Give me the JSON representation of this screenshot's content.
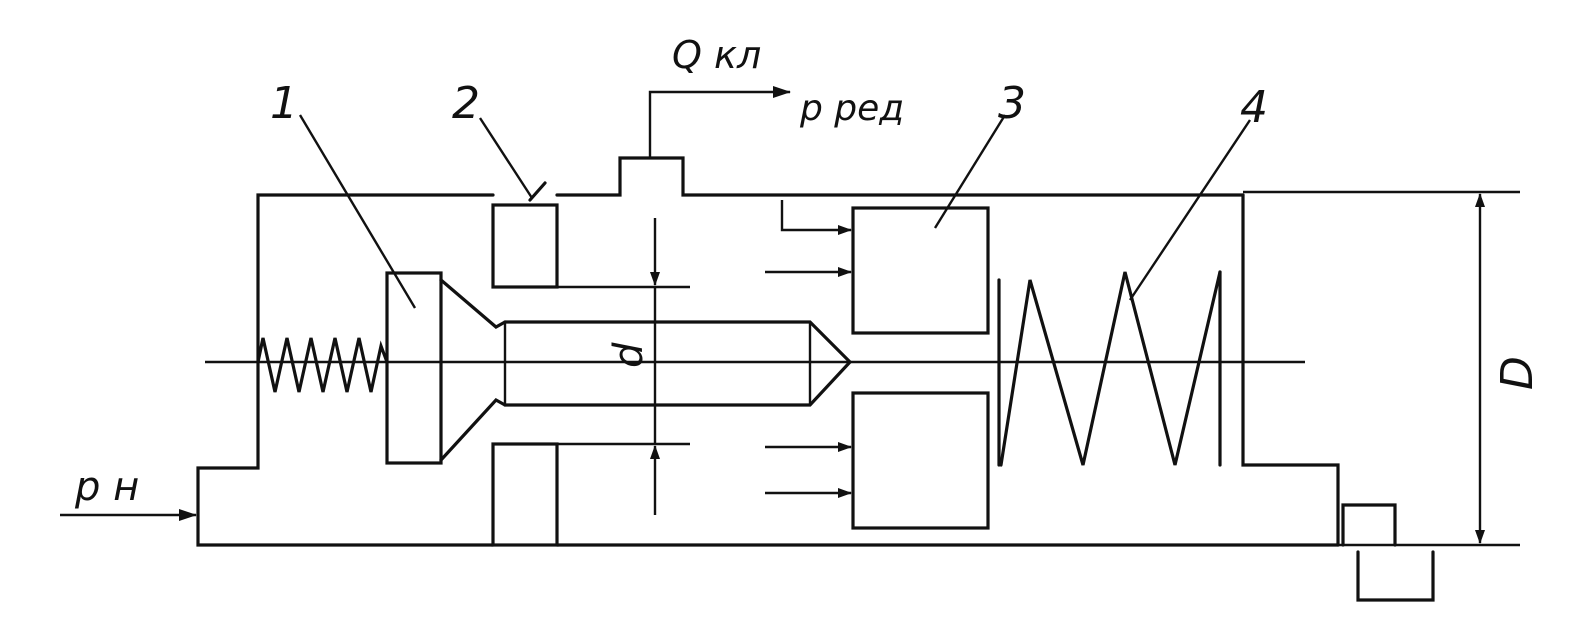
{
  "labels": {
    "part_1": "1",
    "part_2": "2",
    "part_3": "3",
    "part_4": "4",
    "flow_out": "Q кл",
    "p_reduced": "p ред",
    "p_supply": "p н",
    "bore_diameter": "d",
    "body_diameter": "D"
  }
}
